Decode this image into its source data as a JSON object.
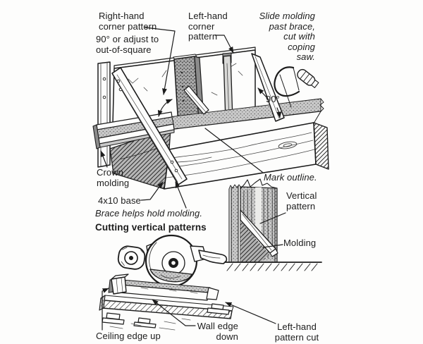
{
  "figure": {
    "type": "instructional line-art illustration",
    "topic": "Making crown molding corner patterns with a shop-made miter jig and a power miter saw"
  },
  "colors": {
    "ink": "#1c1c1c",
    "paper": "#fdfdfc",
    "shade_light": "#c9c9c9",
    "shade_dark": "#a9a9a9"
  },
  "labels": {
    "right_hand_corner_pattern": "Right-hand\ncorner pattern",
    "angle_adjust_note": "90° or adjust to\nout-of-square",
    "left_hand_corner_pattern": "Left-hand\ncorner\npattern",
    "slide_molding_note": "Slide molding\npast brace,\ncut with\ncoping\nsaw.",
    "angle_90": "90°",
    "crown_molding": "Crown\nmolding",
    "base_4x10": "4x10 base",
    "brace_note": "Brace helps hold molding.",
    "section_heading": "Cutting vertical patterns",
    "mark_outline": "Mark outline.",
    "vertical_pattern": "Vertical\npattern",
    "molding": "Molding",
    "ceiling_edge_up": "Ceiling edge up",
    "wall_edge_down": "Wall edge\ndown",
    "left_hand_pattern_cut": "Left-hand\npattern cut"
  }
}
